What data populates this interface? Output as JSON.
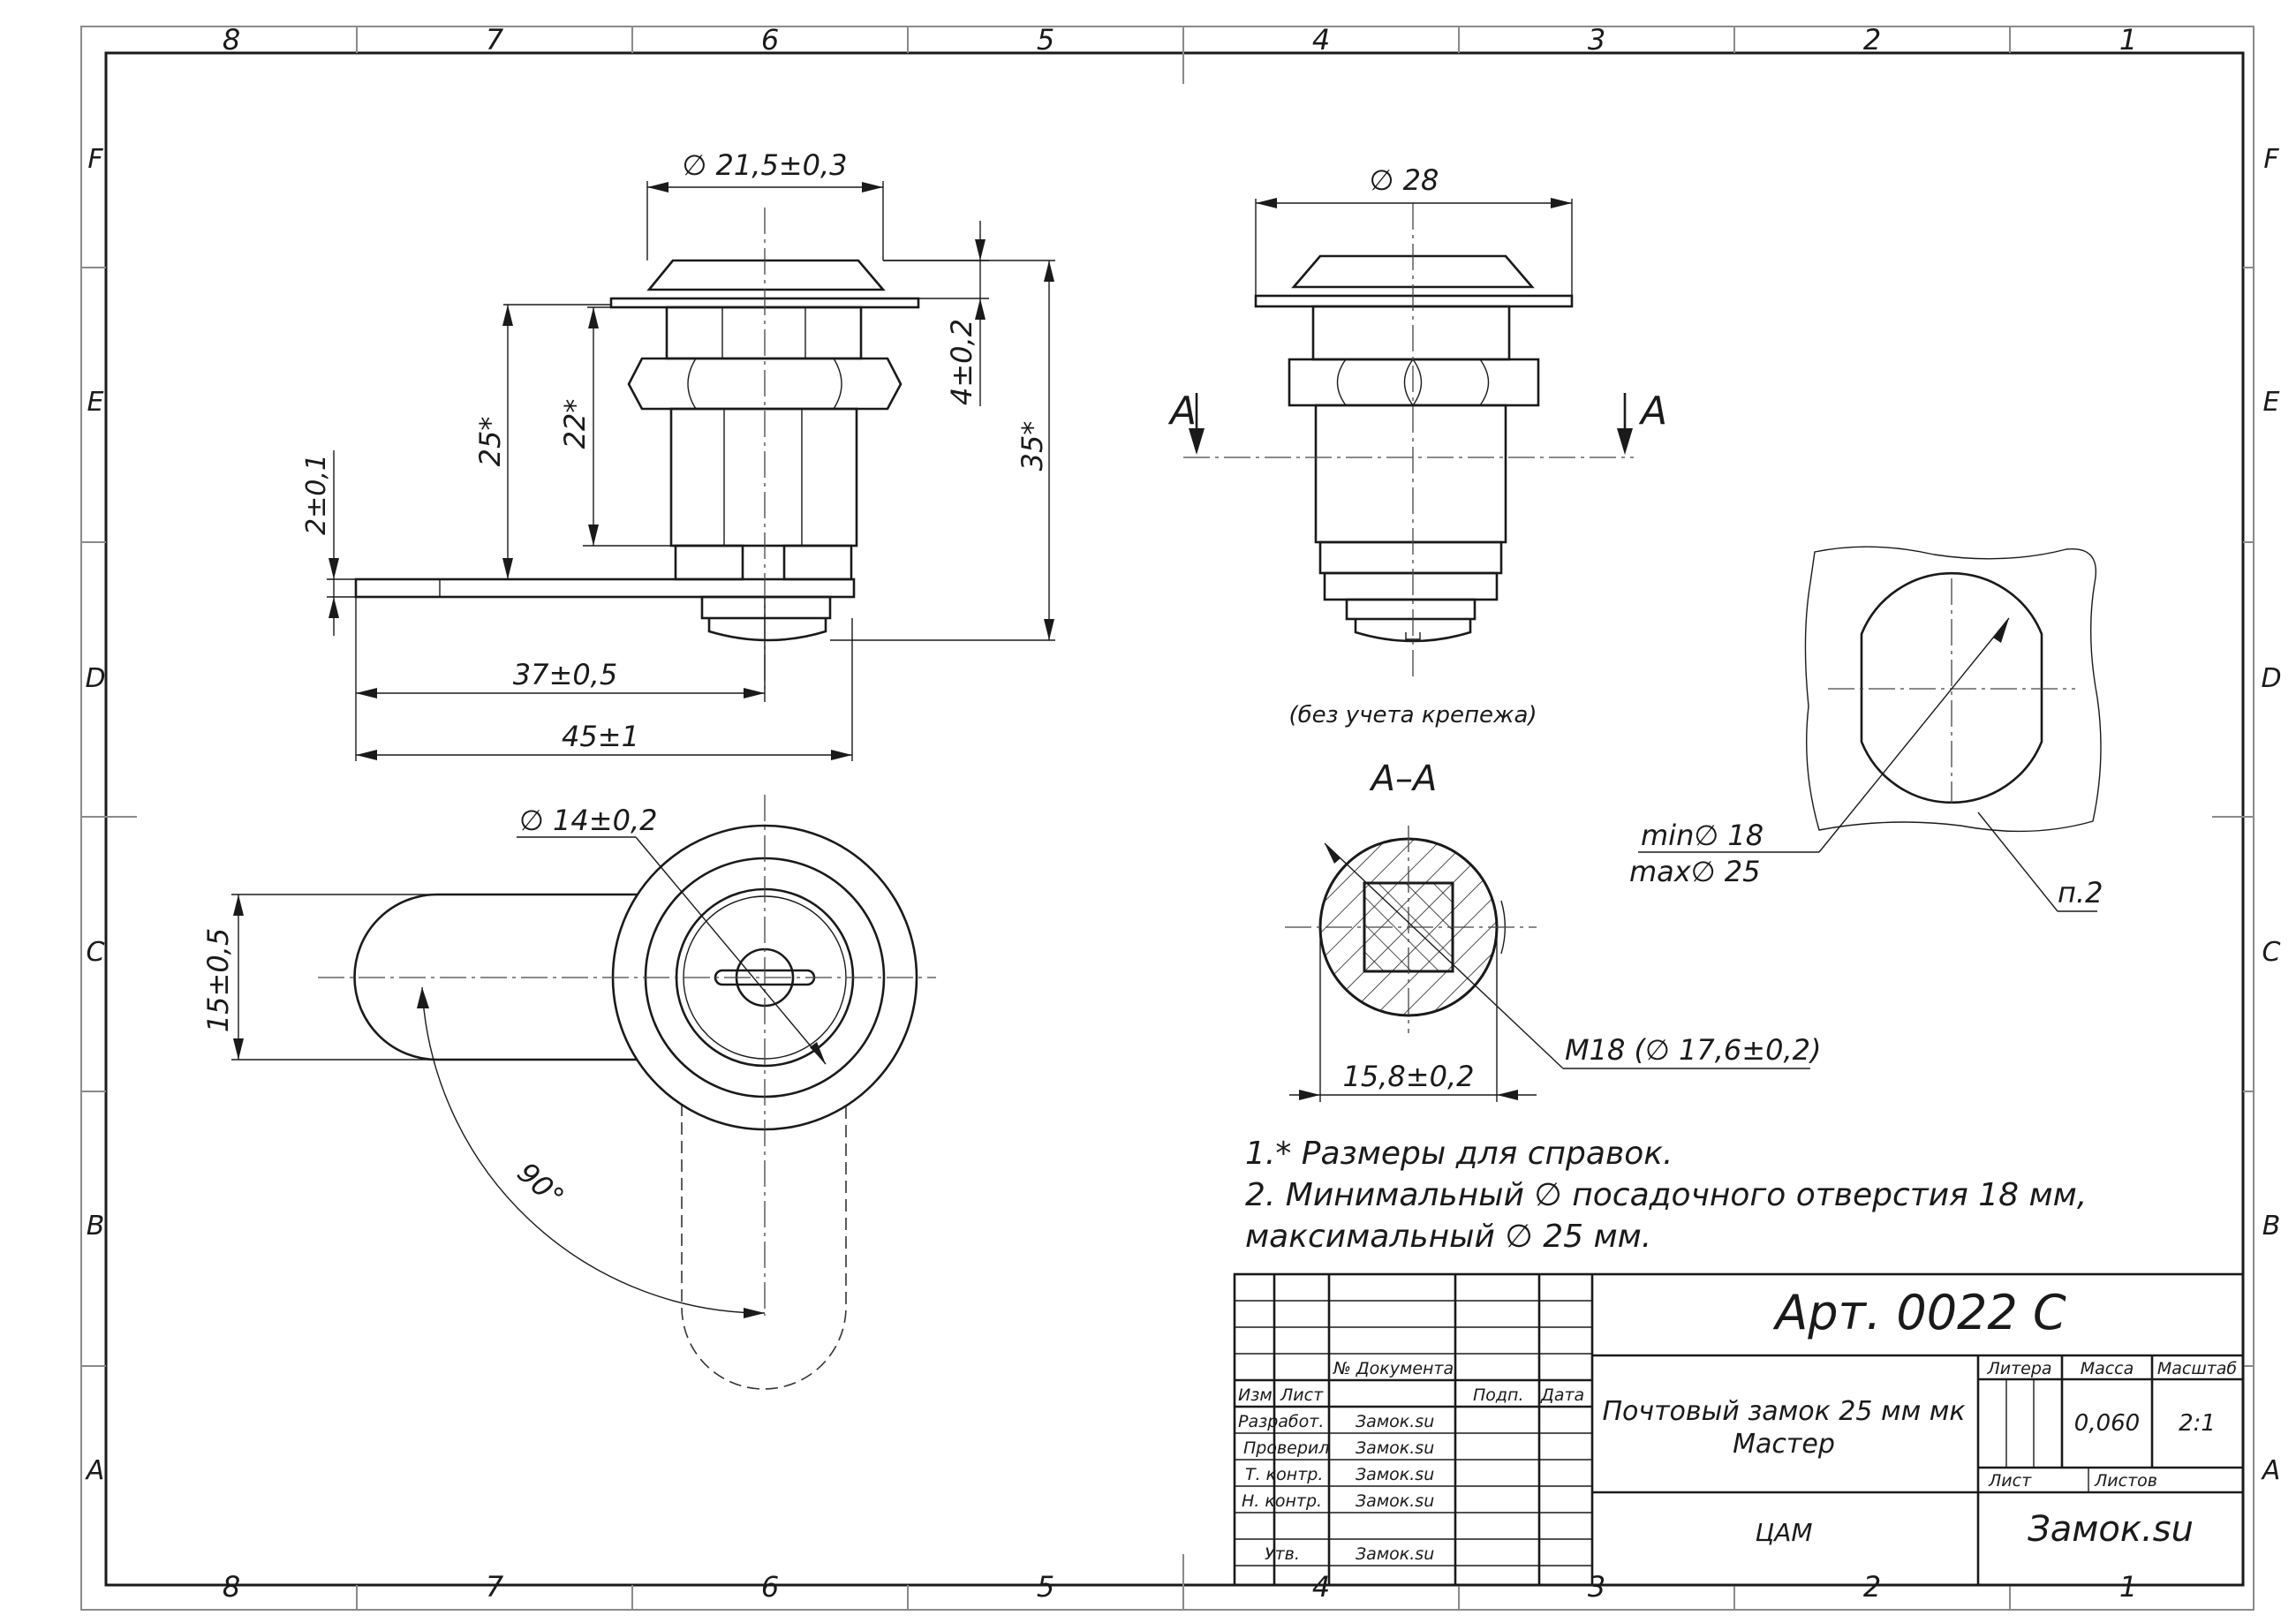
{
  "frame": {
    "zone_cols": [
      "8",
      "7",
      "6",
      "5",
      "4",
      "3",
      "2",
      "1"
    ],
    "zone_rows": [
      "F",
      "E",
      "D",
      "C",
      "B",
      "A"
    ]
  },
  "dimensions": {
    "d_flange": "∅ 21,5±0,3",
    "d_28": "∅ 28",
    "d_14": "∅ 14±0,2",
    "h_25": "25*",
    "h_22": "22*",
    "h_35": "35*",
    "h_4": "4±0,2",
    "h_2": "2±0,1",
    "l_37": "37±0,5",
    "l_45": "45±1",
    "w_15": "15±0,5",
    "angle_90": "90°",
    "w_15_8": "15,8±0,2",
    "thread": "M18  (∅ 17,6±0,2)",
    "min_d": "min∅  18",
    "max_d": "max∅ 25",
    "p2": "п.2"
  },
  "labels": {
    "section_mark_left": "A",
    "section_mark_right": "A",
    "section_title": "A–A",
    "note_no_fasteners": "(без учета крепежа)"
  },
  "notes": [
    "1.* Размеры для справок.",
    "2. Минимальный ∅ посадочного отверстия 18 мм,",
    "максимальный ∅  25 мм."
  ],
  "title_block": {
    "article": "Арт. 0022 С",
    "name_line1": "Почтовый замок 25 мм мк",
    "name_line2": "Мастер",
    "organization": "ЦАМ",
    "company": "Замок.su",
    "doc_no_header": "№ Документа",
    "col_izm": "Изм.",
    "col_list": "Лист",
    "col_podp": "Подп.",
    "col_data": "Дата",
    "rows": [
      {
        "role": "Разработ.",
        "name": "Замок.su"
      },
      {
        "role": "Проверил",
        "name": "Замок.su"
      },
      {
        "role": "Т. контр.",
        "name": "Замок.su"
      },
      {
        "role": "Н. контр.",
        "name": "Замок.su"
      },
      {
        "role": "",
        "name": ""
      },
      {
        "role": "Утв.",
        "name": "Замок.su"
      }
    ],
    "litera_label": "Литера",
    "mass_label": "Масса",
    "scale_label": "Масштаб",
    "mass_value": "0,060",
    "scale_value": "2:1",
    "sheet_label": "Лист",
    "sheets_label": "Листов"
  },
  "colors": {
    "line": "#1a1a1a",
    "frame_grey": "#8a8a8a",
    "background": "#ffffff"
  }
}
